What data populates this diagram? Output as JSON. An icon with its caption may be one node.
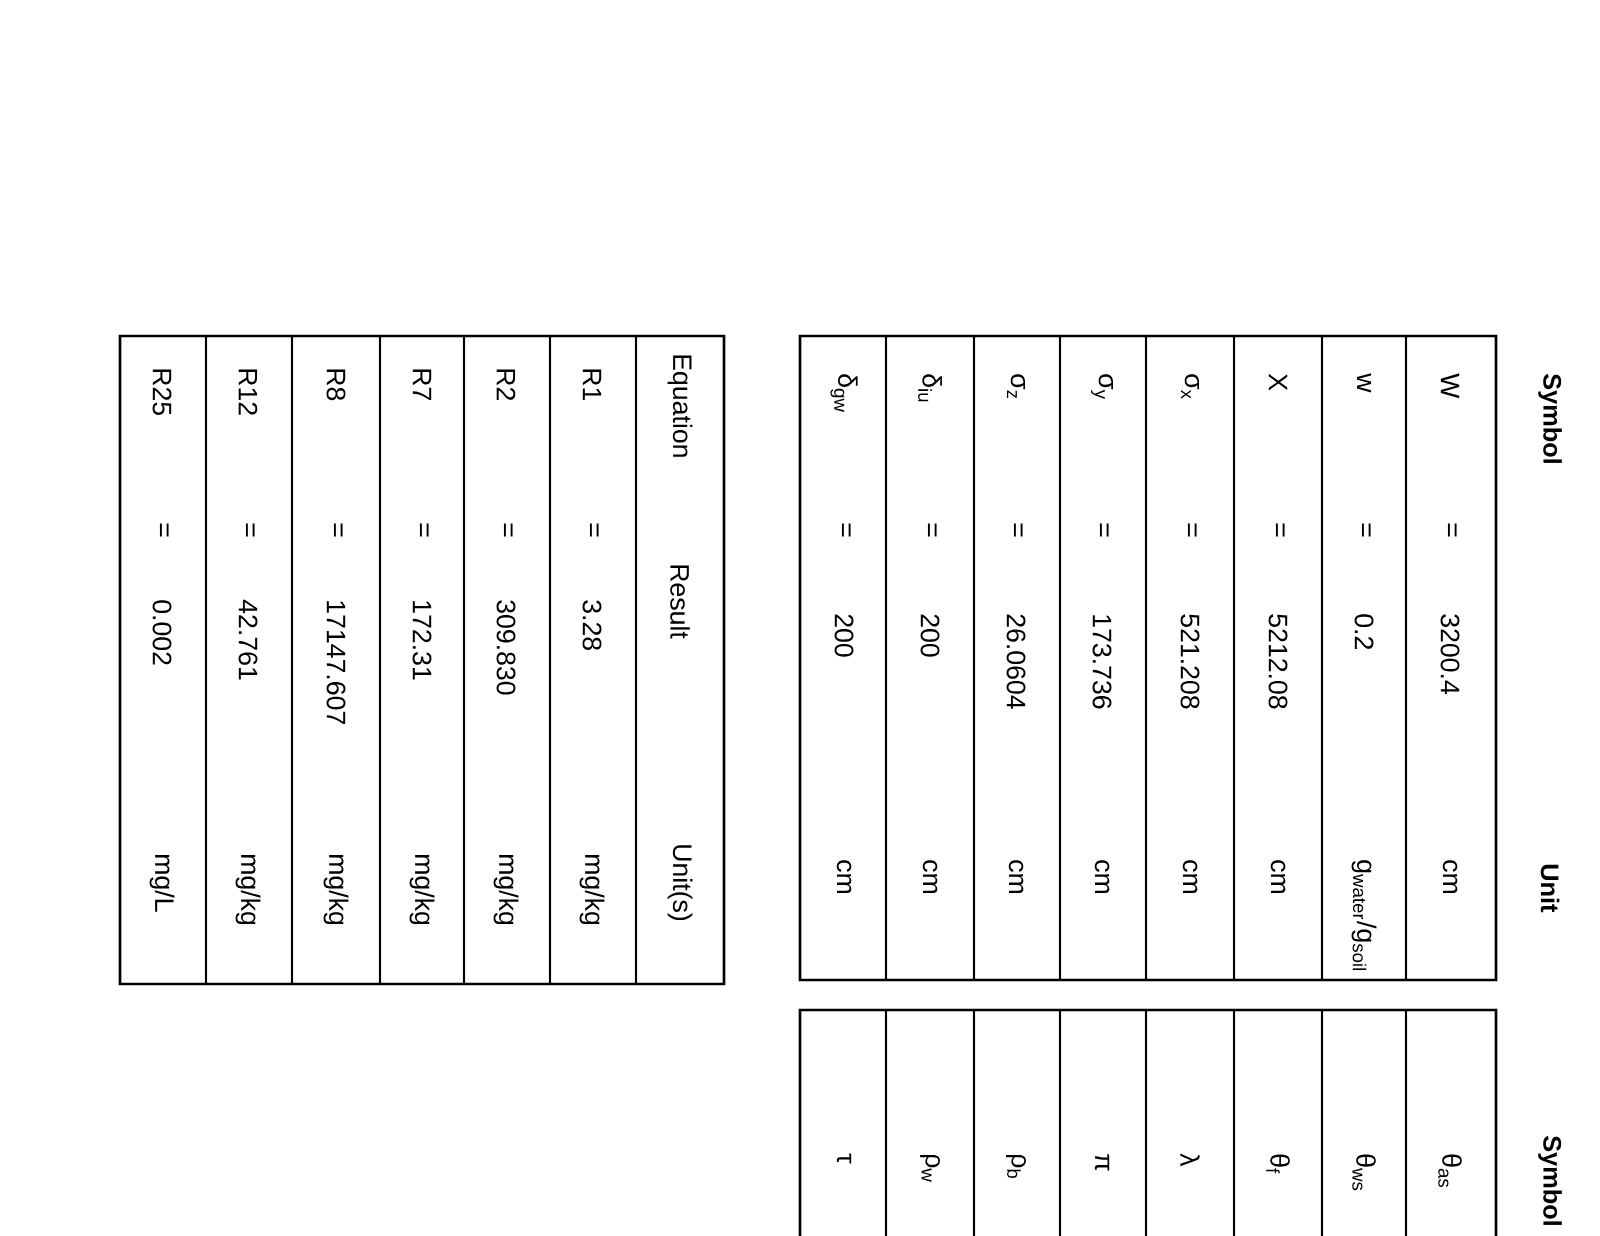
{
  "diagram": {
    "labels": [
      "Symbol",
      "Unit",
      "Symbol",
      "W",
      "=",
      "3200.4",
      "cm",
      "θ$_{as}$",
      "w",
      "=",
      "0.2",
      "g$_{water}$/g$_{soil}$",
      "θ$_{ws}$",
      "X",
      "=",
      "5212.08",
      "cm",
      "θ$_{f}$",
      "σ$_{x}$",
      "=",
      "521.208",
      "cm",
      "λ",
      "σ$_{y}$",
      "=",
      "173.736",
      "cm",
      "π",
      "σ$_{z}$",
      "=",
      "26.0604",
      "cm",
      "ρ$_{b}$",
      "δ$_{iu}$",
      "=",
      "200",
      "cm",
      "ρ$_{w}$",
      "δ$_{gw}$",
      "=",
      "200",
      "cm",
      "τ",
      "Equation",
      "Result",
      "Unit(s)",
      "R1",
      "=",
      "3.28",
      "mg/kg",
      "R2",
      "=",
      "309.830",
      "mg/kg",
      "R7",
      "=",
      "172.31",
      "mg/kg",
      "R8",
      "=",
      "17147.607",
      "mg/kg",
      "R12",
      "=",
      "42.761",
      "mg/kg",
      "R25",
      "=",
      "0.002",
      "mg/L"
    ]
  }
}
